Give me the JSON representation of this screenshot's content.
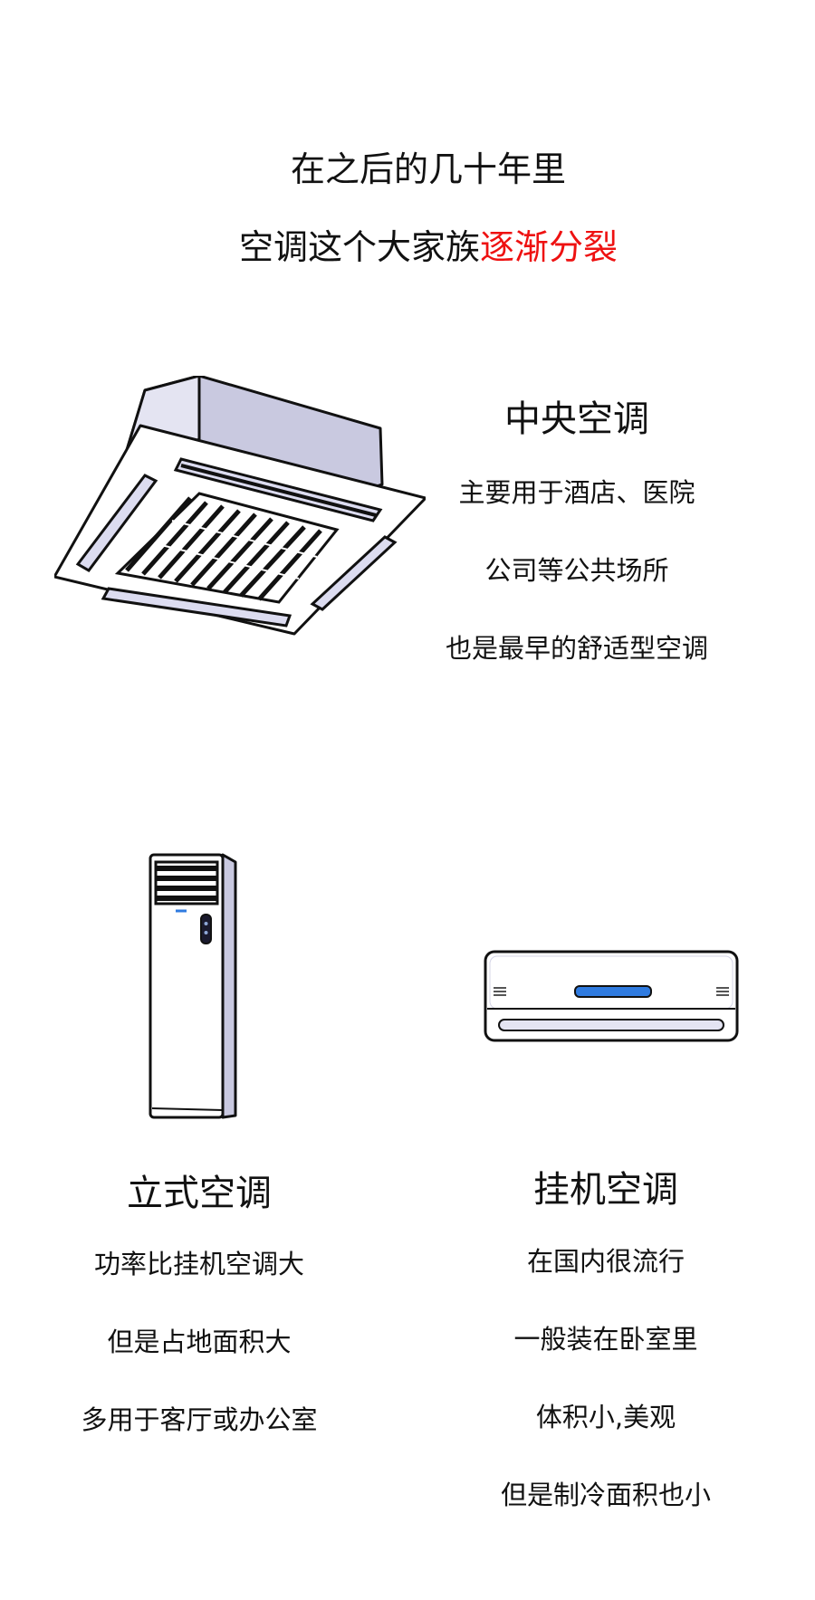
{
  "intro": {
    "line1": "在之后的几十年里",
    "line2_prefix": "空调这个大家族",
    "line2_highlight": "逐渐分裂",
    "highlight_color": "#ee1111"
  },
  "central": {
    "title": "中央空调",
    "lines": [
      "主要用于酒店、医院",
      "公司等公共场所",
      "也是最早的舒适型空调"
    ]
  },
  "floor": {
    "title": "立式空调",
    "lines": [
      "功率比挂机空调大",
      "但是占地面积大",
      "多用于客厅或办公室"
    ]
  },
  "wall": {
    "title": "挂机空调",
    "lines": [
      "在国内很流行",
      "一般装在卧室里",
      "体积小,美观",
      "但是制冷面积也小"
    ]
  },
  "icons": {
    "central": "ceiling-cassette-ac-icon",
    "floor": "floor-standing-ac-icon",
    "wall": "wall-mounted-ac-icon"
  },
  "colors": {
    "display_blue": "#2f7be0",
    "unit_shade": "#c9c9e0"
  }
}
